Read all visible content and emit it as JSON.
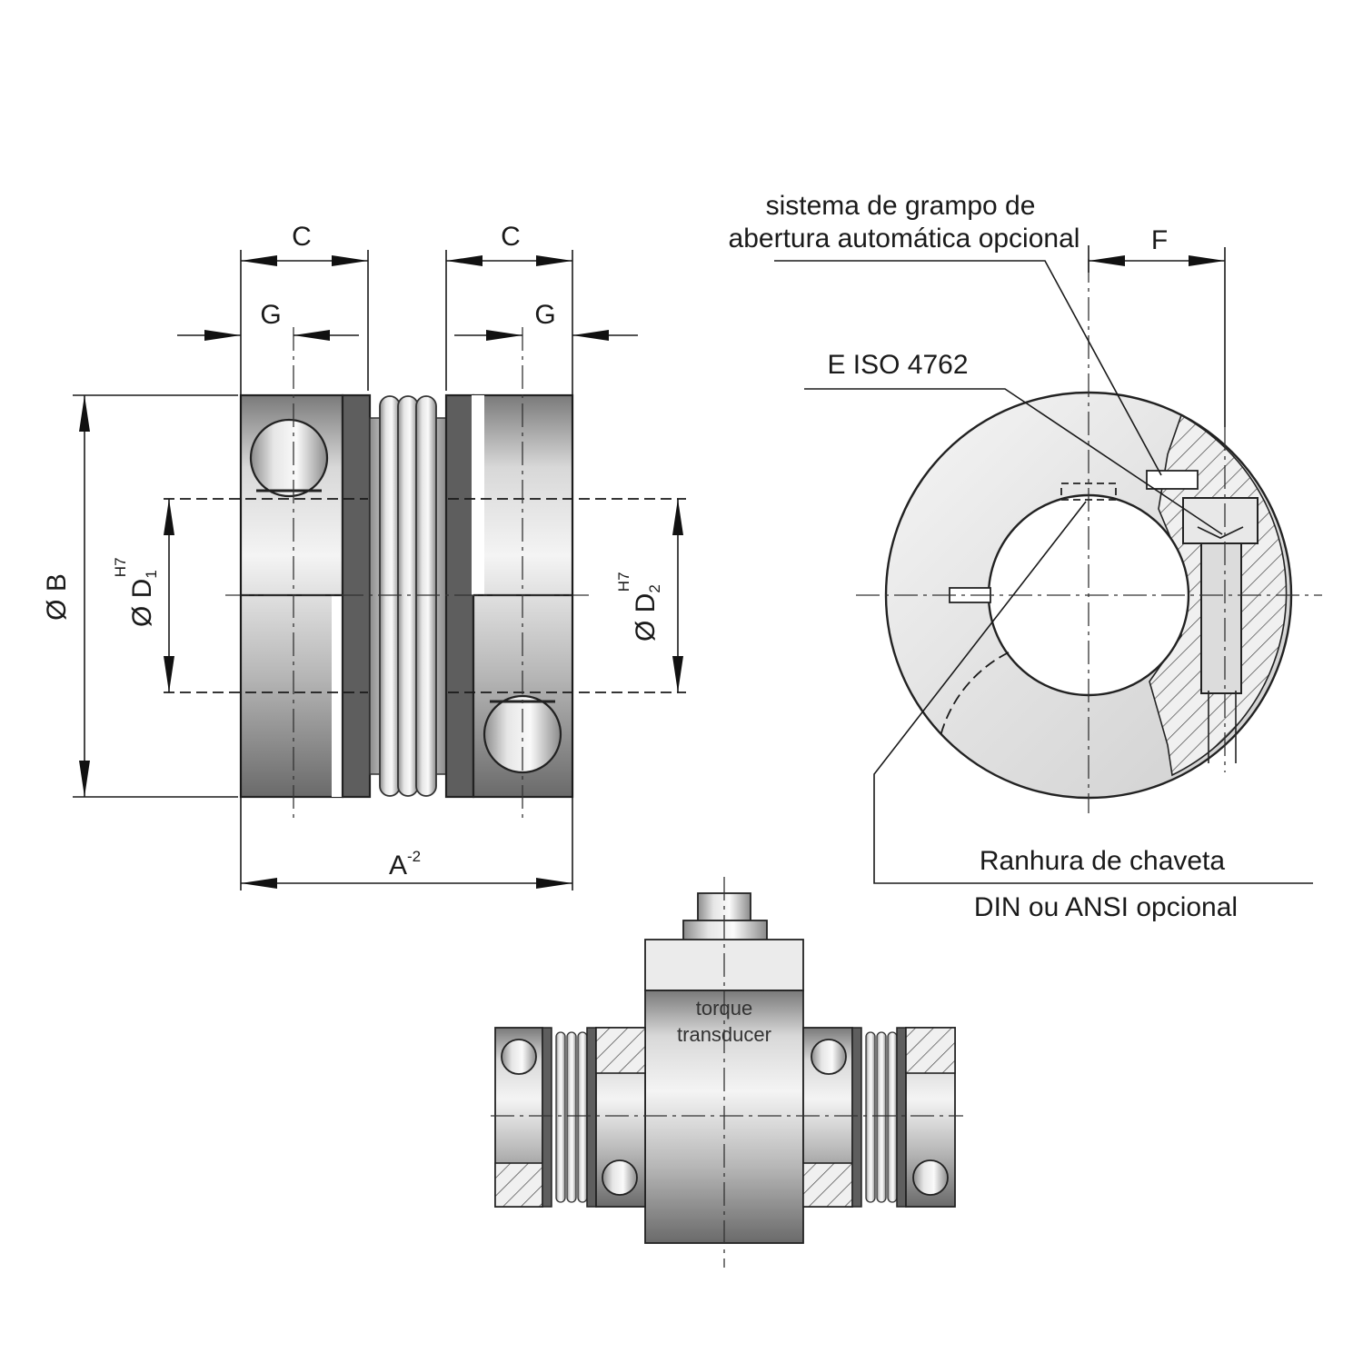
{
  "labels": {
    "dim_c_left": "C",
    "dim_c_right": "C",
    "dim_g_left": "G",
    "dim_g_right": "G",
    "dim_f": "F",
    "dim_b": "Ø B",
    "dim_d1": "Ø D",
    "dim_d1_sub": "1",
    "dim_d1_sup": "H7",
    "dim_d2": "Ø D",
    "dim_d2_sub": "2",
    "dim_d2_sup": "H7",
    "dim_a": "A",
    "dim_a_sup": "-2"
  },
  "notes": {
    "clamp_line1": "sistema de grampo de",
    "clamp_line2": "abertura automática opcional",
    "screw": "E ISO 4762",
    "keyway_line1": "Ranhura de chaveta",
    "keyway_line2": "DIN ou ANSI opcional",
    "transducer_line1": "torque",
    "transducer_line2": "transducer"
  }
}
